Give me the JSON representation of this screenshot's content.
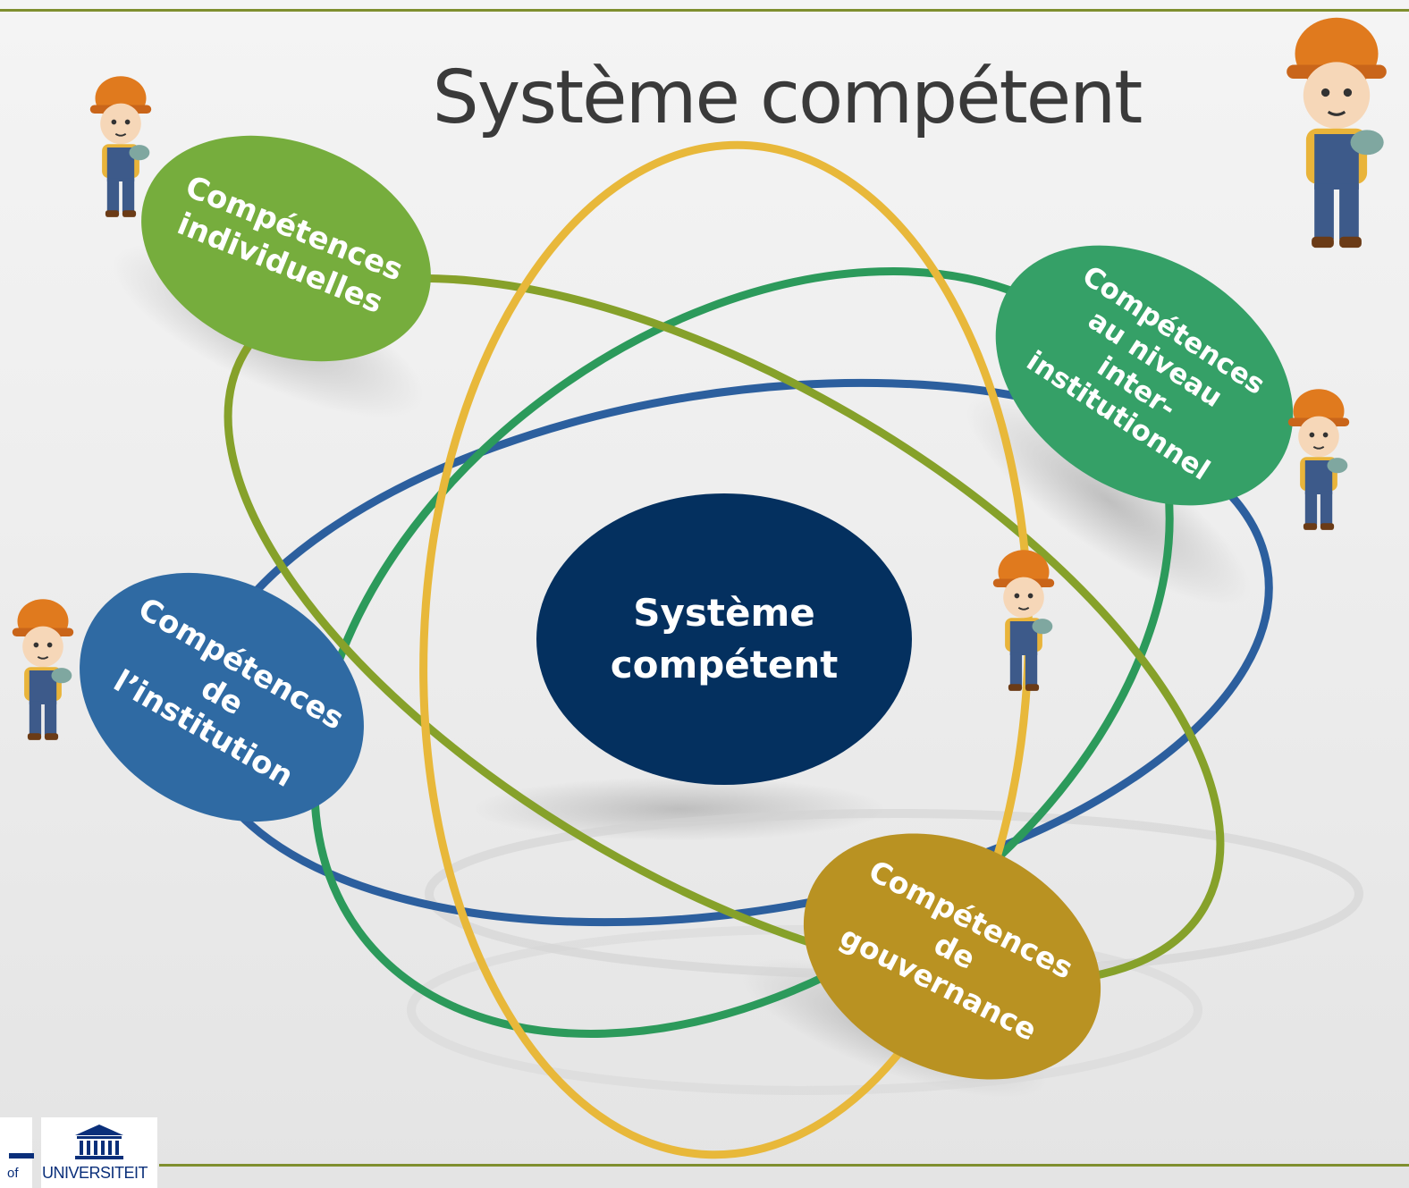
{
  "title": "Système compétent",
  "center": {
    "label_line1": "Système",
    "label_line2": "compétent",
    "color": "#04305f"
  },
  "nodes": [
    {
      "id": "individuelles",
      "lines": [
        "Compétences",
        "individuelles"
      ],
      "color": "#76ad3d"
    },
    {
      "id": "inter",
      "lines": [
        "Compétences",
        "au niveau",
        "inter-",
        "institutionnel"
      ],
      "color": "#35a067"
    },
    {
      "id": "institution",
      "lines": [
        "Compétences",
        "de",
        "l’institution"
      ],
      "color": "#2f6aa3"
    },
    {
      "id": "gouvernance",
      "lines": [
        "Compétences",
        "de",
        "gouvernance"
      ],
      "color": "#b99222"
    }
  ],
  "orbits": {
    "olive": "#86a12a",
    "yellow": "#e8b83a",
    "green": "#2c9a5b",
    "blue": "#2c5f9e"
  },
  "logo": {
    "of": "of",
    "university": "UNIVERSITEIT"
  },
  "icons": [
    "worker-character-icon",
    "university-building-icon"
  ]
}
